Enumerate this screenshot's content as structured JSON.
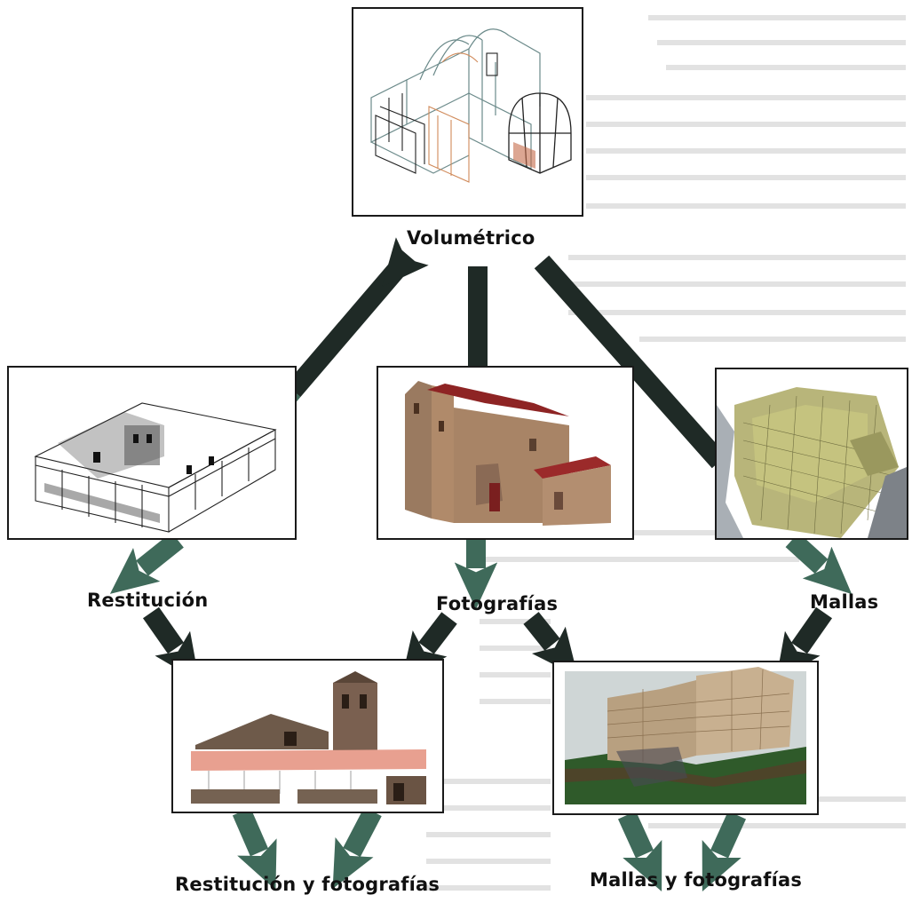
{
  "nodes": {
    "volumetrico": {
      "label": "Volumétrico",
      "image": "isometric-wireframe-church-model"
    },
    "restitucion": {
      "label": "Restitución",
      "image": "line-drawing-building-model"
    },
    "fotografias": {
      "label": "Fotografías",
      "image": "photo-textured-church-model"
    },
    "mallas": {
      "label": "Mallas",
      "image": "mesh-castle-ruin-model"
    },
    "restitucion_fotografias": {
      "label": "Restitución y fotografías",
      "image": "textured-restitution-facade"
    },
    "mallas_fotografias": {
      "label": "Mallas y fotografías",
      "image": "photo-textured-mesh-ruin"
    }
  },
  "colors": {
    "arrow_dark": "#1f2a26",
    "arrow_green": "#3f6a5a",
    "frame": "#1a1a1a"
  }
}
